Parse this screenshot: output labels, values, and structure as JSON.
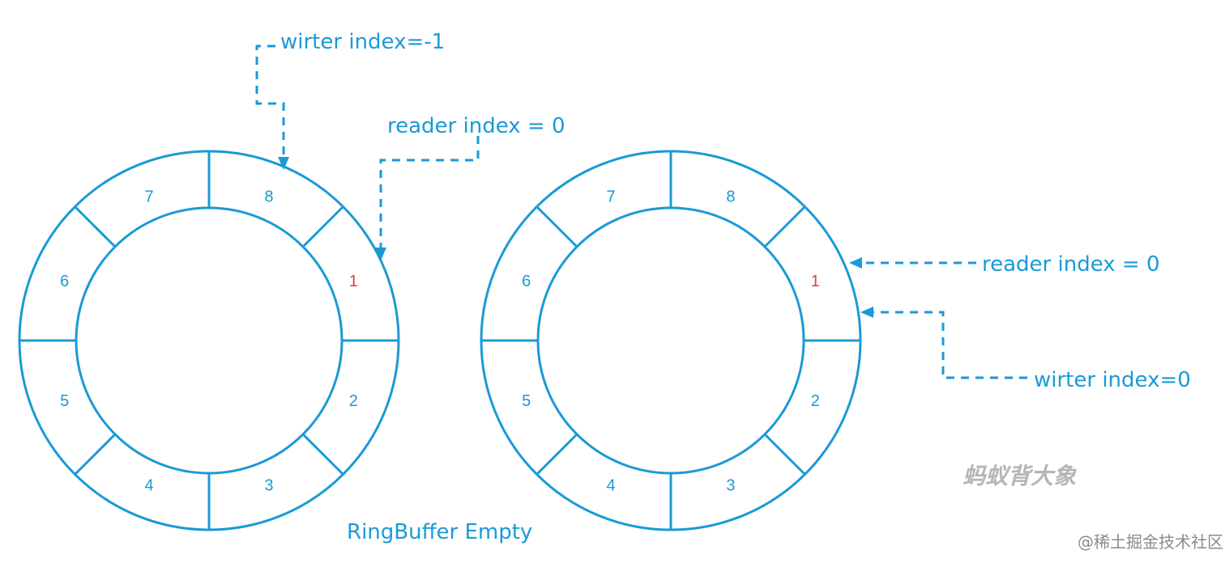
{
  "rings": [
    {
      "id": "left",
      "slots": [
        {
          "label": "8",
          "highlight": false
        },
        {
          "label": "1",
          "highlight": true
        },
        {
          "label": "2",
          "highlight": false
        },
        {
          "label": "3",
          "highlight": false
        },
        {
          "label": "4",
          "highlight": false
        },
        {
          "label": "5",
          "highlight": false
        },
        {
          "label": "6",
          "highlight": false
        },
        {
          "label": "7",
          "highlight": false
        }
      ]
    },
    {
      "id": "right",
      "slots": [
        {
          "label": "8",
          "highlight": false
        },
        {
          "label": "1",
          "highlight": true
        },
        {
          "label": "2",
          "highlight": false
        },
        {
          "label": "3",
          "highlight": false
        },
        {
          "label": "4",
          "highlight": false
        },
        {
          "label": "5",
          "highlight": false
        },
        {
          "label": "6",
          "highlight": false
        },
        {
          "label": "7",
          "highlight": false
        }
      ]
    }
  ],
  "annotations": {
    "left_writer": "wirter index=-1",
    "left_reader": "reader index = 0",
    "right_reader": "reader index = 0",
    "right_writer": "wirter index=0"
  },
  "caption": "RingBuffer Empty",
  "watermark": "蚂蚁背大象",
  "credit": "@稀土掘金技术社区",
  "colors": {
    "primary": "#1a9ad6",
    "highlight": "#e03c3c",
    "watermark": "#b5b5b5",
    "credit": "#8a8a8a"
  }
}
